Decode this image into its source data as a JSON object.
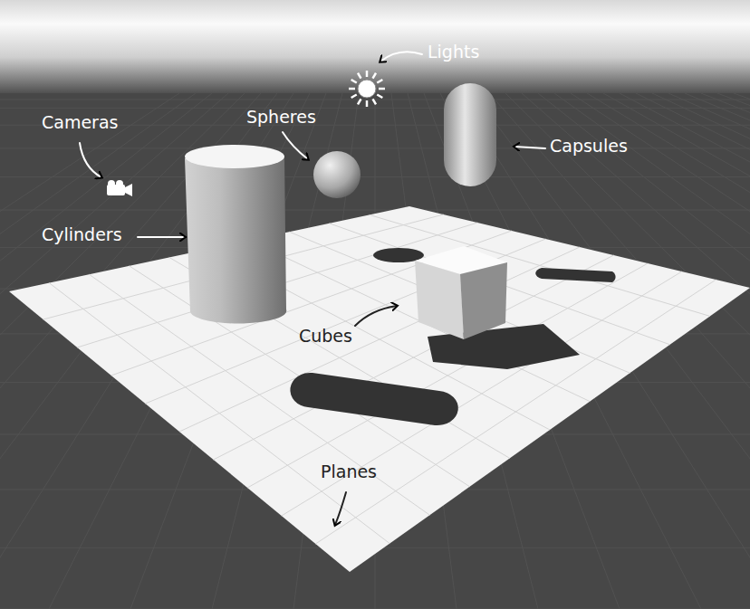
{
  "diagram": {
    "labels": [
      "Lights",
      "Cameras",
      "Spheres",
      "Capsules",
      "Cylinders",
      "Cubes",
      "Planes"
    ]
  }
}
